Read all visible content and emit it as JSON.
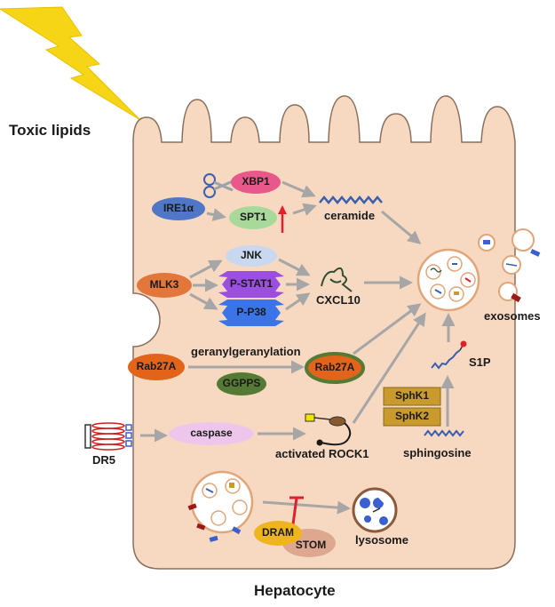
{
  "labels": {
    "toxic_lipids": "Toxic lipids",
    "hepatocyte": "Hepatocyte",
    "ceramide": "ceramide",
    "cxcl10": "CXCL10",
    "geranylgeranylation": "geranylgeranylation",
    "activated_rock1": "activated ROCK1",
    "dr5": "DR5",
    "s1p": "S1P",
    "sphingosine": "sphingosine",
    "exosomes": "exosomes",
    "lysosome": "lysosome"
  },
  "nodes": {
    "xbp1": "XBP1",
    "ire1a": "IRE1α",
    "spt1": "SPT1",
    "jnk": "JNK",
    "mlk3": "MLK3",
    "p_stat1": "P-STAT1",
    "p_p38": "P-P38",
    "rab27a_left": "Rab27A",
    "rab27a_right": "Rab27A",
    "ggpps": "GGPPS",
    "caspase": "caspase",
    "sphk1": "SphK1",
    "sphk2": "SphK2",
    "dram": "DRAM",
    "stom": "STOM"
  },
  "colors": {
    "cell_fill": "#f7d9c2",
    "cell_stroke": "#8a6f5e",
    "lightning": "#f5d515",
    "arrow": "#a6a6a6",
    "inhibit": "#e0202a",
    "xbp1": "#e8588a",
    "ire1a": "#4f76c7",
    "spt1": "#a8d99a",
    "jnk": "#c9d8ef",
    "mlk3": "#e3763a",
    "p_stat1": "#9a4fe0",
    "p_p38": "#3b74e8",
    "rab27a": "#e2641a",
    "ggpps": "#547a35",
    "caspase": "#eec6ec",
    "sphk": "#c99a2e",
    "dram": "#efb51f",
    "stom": "#dea890",
    "lysosome_stroke": "#8a5a3a"
  }
}
